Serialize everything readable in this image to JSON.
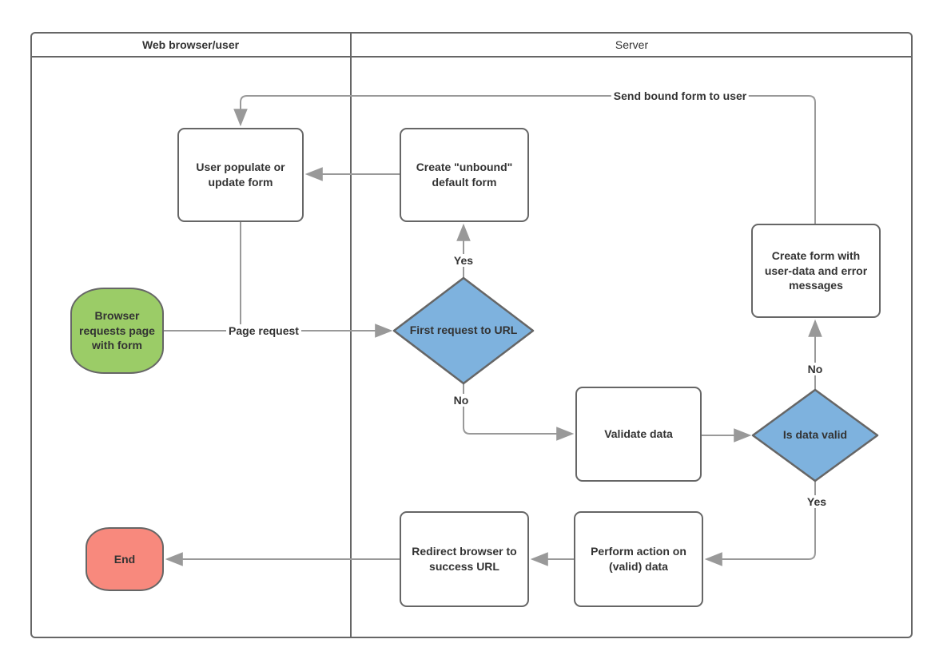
{
  "diagram": {
    "lanes": [
      {
        "title": "Web browser/user"
      },
      {
        "title": "Server"
      }
    ],
    "nodes": {
      "start": {
        "label": "Browser requests page with form",
        "shape": "terminator",
        "fill": "green"
      },
      "user_populate": {
        "label": "User populate or update form",
        "shape": "process",
        "fill": "white"
      },
      "create_unbound": {
        "label": "Create \"unbound\" default form",
        "shape": "process",
        "fill": "white"
      },
      "first_request": {
        "label": "First request to URL",
        "shape": "decision",
        "fill": "blue"
      },
      "validate": {
        "label": "Validate data",
        "shape": "process",
        "fill": "white"
      },
      "is_valid": {
        "label": "Is data valid",
        "shape": "decision",
        "fill": "blue"
      },
      "create_form": {
        "label": "Create form with user-data and error messages",
        "shape": "process",
        "fill": "white"
      },
      "perform": {
        "label": "Perform action on (valid) data",
        "shape": "process",
        "fill": "white"
      },
      "redirect": {
        "label": "Redirect browser to success URL",
        "shape": "process",
        "fill": "white"
      },
      "end": {
        "label": "End",
        "shape": "terminator",
        "fill": "red"
      }
    },
    "edge_labels": {
      "page_request": "Page request",
      "send_bound": "Send bound form to user",
      "first_yes": "Yes",
      "first_no": "No",
      "valid_no": "No",
      "valid_yes": "Yes"
    }
  },
  "colors": {
    "green": "#9BCC67",
    "blue": "#7EB2DE",
    "red": "#F8897D",
    "stroke": "#666666",
    "arrow": "#999999",
    "text": "#333333"
  }
}
